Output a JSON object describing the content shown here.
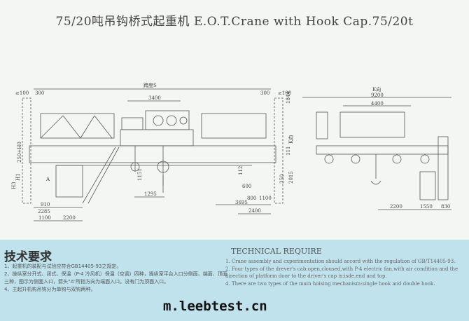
{
  "title": "75/20吨吊钩桥式起重机 E.O.T.Crane with Hook Cap.75/20t",
  "drawing": {
    "front_view": {
      "span_label": "跨度S",
      "clearance_left": "≥100",
      "clearance_right": "≥100",
      "rail_left": "300",
      "rail_right": "300",
      "trolley_width": "3400",
      "height_1844": "1844",
      "k_direction": "K向",
      "h_111": "111",
      "h_112": "112",
      "h_2015": "2015",
      "h_350": "350",
      "d_600": "600",
      "d_800": "800",
      "d_1100_right": "1100",
      "d_3695": "3695",
      "d_2400": "2400",
      "d_1295": "1295",
      "d_1151": "1151",
      "d_910": "910",
      "d_2285": "2285",
      "d_1100_left": "1100",
      "d_2200_left": "2200",
      "h1": "H1",
      "h3": "H3",
      "h0": "250+H0",
      "arrow_a": "A"
    },
    "side_view": {
      "k_label": "K向",
      "width_9200": "9200",
      "width_4400": "4400",
      "d_2200": "2200",
      "d_1550": "1550",
      "d_830": "830"
    }
  },
  "tech_cn": {
    "heading": "技术要求",
    "items": [
      "1、起重机的装配与试验应符合GB14405-93之规定。",
      "2、操纵室分开式、闭式、保温（P-4 冷风机）保温（空调）四种，操纵室平台入口分侧面、端面、顶面三种，图示为侧面入口，箭头“A”所指方向为端面入口，没有门为顶面入口。",
      "4、主起升机构吊钩分为单钩与双钩两种。"
    ]
  },
  "tech_en": {
    "heading": "TECHNICAL REQUIRE",
    "items": [
      "1. Crane assembly and cxperimentation should accord with the regulation of GB/T14405-93.",
      "2. Four types of the drever's cab:open,cloused,with P-4 electric fan,with air condition and the direction of platform door to the driver's cap is:isde,end and top.",
      "4. There are two types of the main hoising mechanism:single hook and double hook."
    ]
  },
  "watermark": "m.leebtest.cn",
  "colors": {
    "panel": "#bfe2ec",
    "line": "#555555"
  }
}
